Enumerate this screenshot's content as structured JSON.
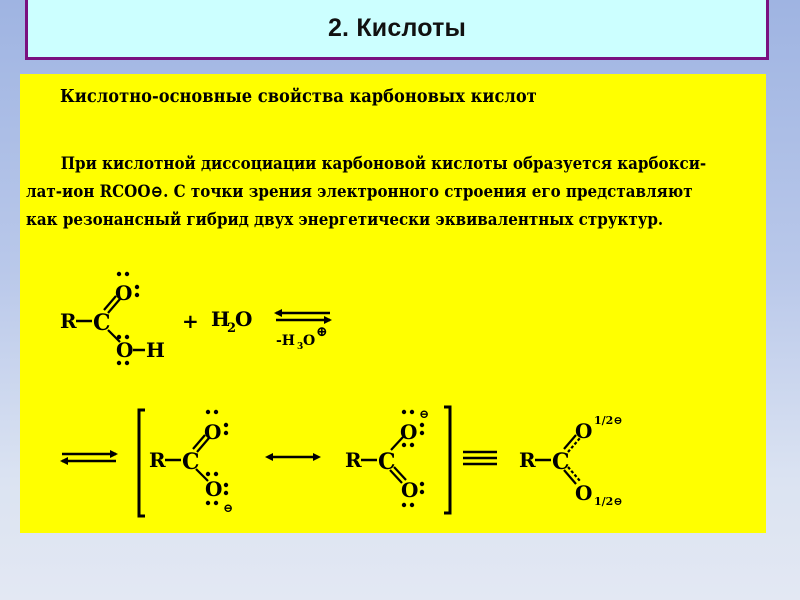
{
  "slide": {
    "title": "2. Кислоты",
    "colors": {
      "background_top": "#9fb4e2",
      "background_bottom": "#e3e8f3",
      "title_box_fill": "#ccffff",
      "title_box_border": "#7a1080",
      "content_fill": "#ffff00",
      "text": "#000000"
    }
  },
  "content": {
    "heading": "Кислотно-основные свойства карбоновых кислот",
    "paragraph_lines": [
      "При кислотной диссоциации карбоновой кислоты образуется карбокси-",
      "лат-ион RCOO⊖. С точки зрения электронного строения его представляют",
      "как резонансный гибрид двух энергетически эквивалентных структур."
    ]
  },
  "reaction": {
    "reactant_acid": {
      "R": "R",
      "C": "C",
      "O_double": "O",
      "O_single": "O",
      "H": "H"
    },
    "plus": "+",
    "water": {
      "H": "H",
      "sub": "2",
      "O": "O"
    },
    "equilibrium_label": {
      "prefix": "-H",
      "sub": "3",
      "O": "O",
      "charge": "⊕"
    },
    "resonance_1": {
      "R": "R",
      "C": "C",
      "O_top": "O",
      "O_bottom": "O",
      "charge": "⊖"
    },
    "resonance_arrow": "↔",
    "resonance_2": {
      "R": "R",
      "C": "C",
      "O_top": "O",
      "O_bottom": "O",
      "charge": "⊖"
    },
    "equivalence": "≡",
    "hybrid": {
      "R": "R",
      "C": "C",
      "O_top": "O",
      "O_bottom": "O",
      "partial_charge": "1/2⊖"
    }
  }
}
